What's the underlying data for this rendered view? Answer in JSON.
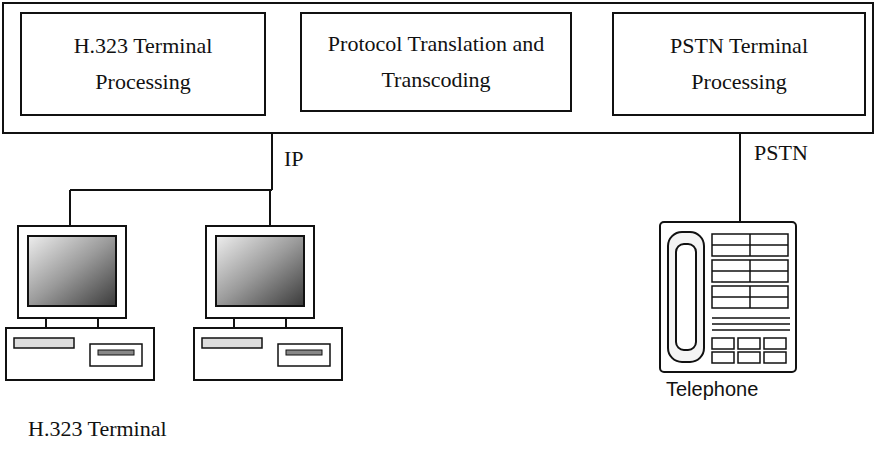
{
  "diagram": {
    "nodes": [
      {
        "text": [
          "H.323 Terminal Processing"
        ]
      },
      {
        "text": [
          "Protocol Translation and Transcoding"
        ]
      },
      {
        "text": [
          "PSTN Terminal Processing"
        ]
      }
    ],
    "labels": [
      "IP",
      "PSTN",
      "Telephone",
      "H.323 Terminal"
    ]
  }
}
